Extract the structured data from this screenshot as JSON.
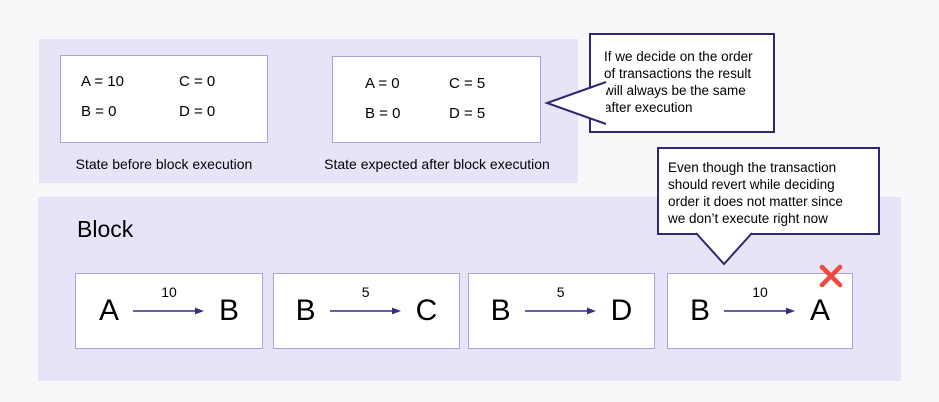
{
  "colors": {
    "page_bg": "#f8f8fa",
    "panel_bg": "#e7e4f8",
    "box_border": "#aba3dc",
    "callout_border": "#2e2870",
    "arrow": "#3a2b87",
    "reject_red": "#ee4b40",
    "text": "#000000"
  },
  "states": {
    "before": {
      "entries": [
        "A = 10",
        "C = 0",
        "B = 0",
        "D = 0"
      ],
      "caption": "State before block execution"
    },
    "after": {
      "entries": [
        "A = 0",
        "C = 5",
        "B = 0",
        "D = 5"
      ],
      "caption": "State expected after block execution"
    }
  },
  "callouts": {
    "order": {
      "lines": [
        "If we decide on the order",
        "of transactions the result",
        "will always be the same",
        "after execution"
      ]
    },
    "revert": {
      "lines": [
        "Even though the transaction",
        "should revert while deciding",
        "order it does not matter since",
        "we don’t execute right now"
      ]
    }
  },
  "block": {
    "title": "Block",
    "transactions": [
      {
        "from": "A",
        "amount": "10",
        "to": "B",
        "rejected": false
      },
      {
        "from": "B",
        "amount": "5",
        "to": "C",
        "rejected": false
      },
      {
        "from": "B",
        "amount": "5",
        "to": "D",
        "rejected": false
      },
      {
        "from": "B",
        "amount": "10",
        "to": "A",
        "rejected": true
      }
    ]
  },
  "icons": {
    "reject": "red-x-mark"
  }
}
